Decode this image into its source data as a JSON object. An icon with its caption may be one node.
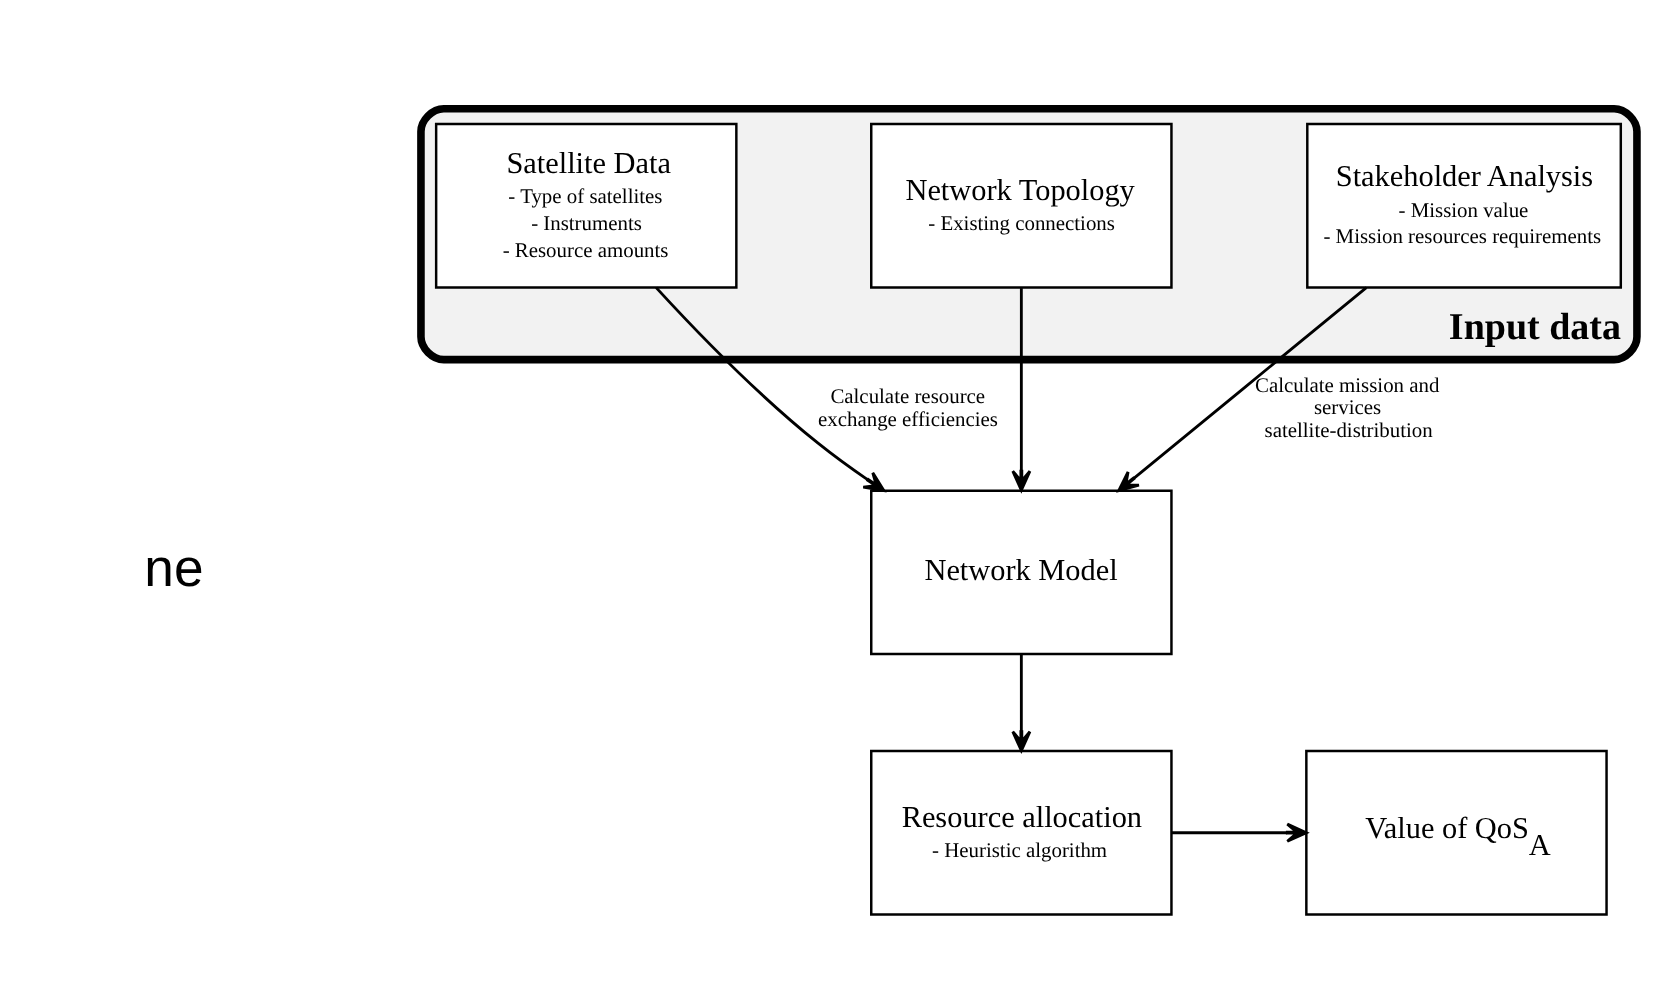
{
  "diagram": {
    "nodes": [
      {
        "text": [
          "Input data"
        ]
      },
      {
        "text": [
          "Satellite Data",
          "- Type of satellites",
          "- Instruments",
          "- Resource amounts"
        ],
        "in": 0
      },
      {
        "text": [
          "Network Topology",
          "- Existing connections"
        ],
        "in": 0
      },
      {
        "text": [
          "Stakeholder Analysis",
          "- Mission value",
          "- Mission resources requirements"
        ],
        "in": 0
      },
      {
        "text": [
          "Network Model"
        ]
      },
      {
        "text": [
          "Resource allocation",
          "- Heuristic algorithm"
        ]
      },
      {
        "text": [
          "Value of QoS$_{A}$"
        ]
      }
    ],
    "edges": [
      {
        "from": 1,
        "to": 4,
        "arrow": "to",
        "label": "Calculate resource exchange efficiencies"
      },
      {
        "from": 2,
        "to": 4,
        "arrow": "to"
      },
      {
        "from": 3,
        "to": 4,
        "arrow": "to",
        "label": "Calculate mission and services satellite-distribution"
      },
      {
        "from": 4,
        "to": 5,
        "arrow": "to"
      },
      {
        "from": 5,
        "to": 6,
        "arrow": "to"
      }
    ],
    "labels": [
      "ne"
    ]
  }
}
